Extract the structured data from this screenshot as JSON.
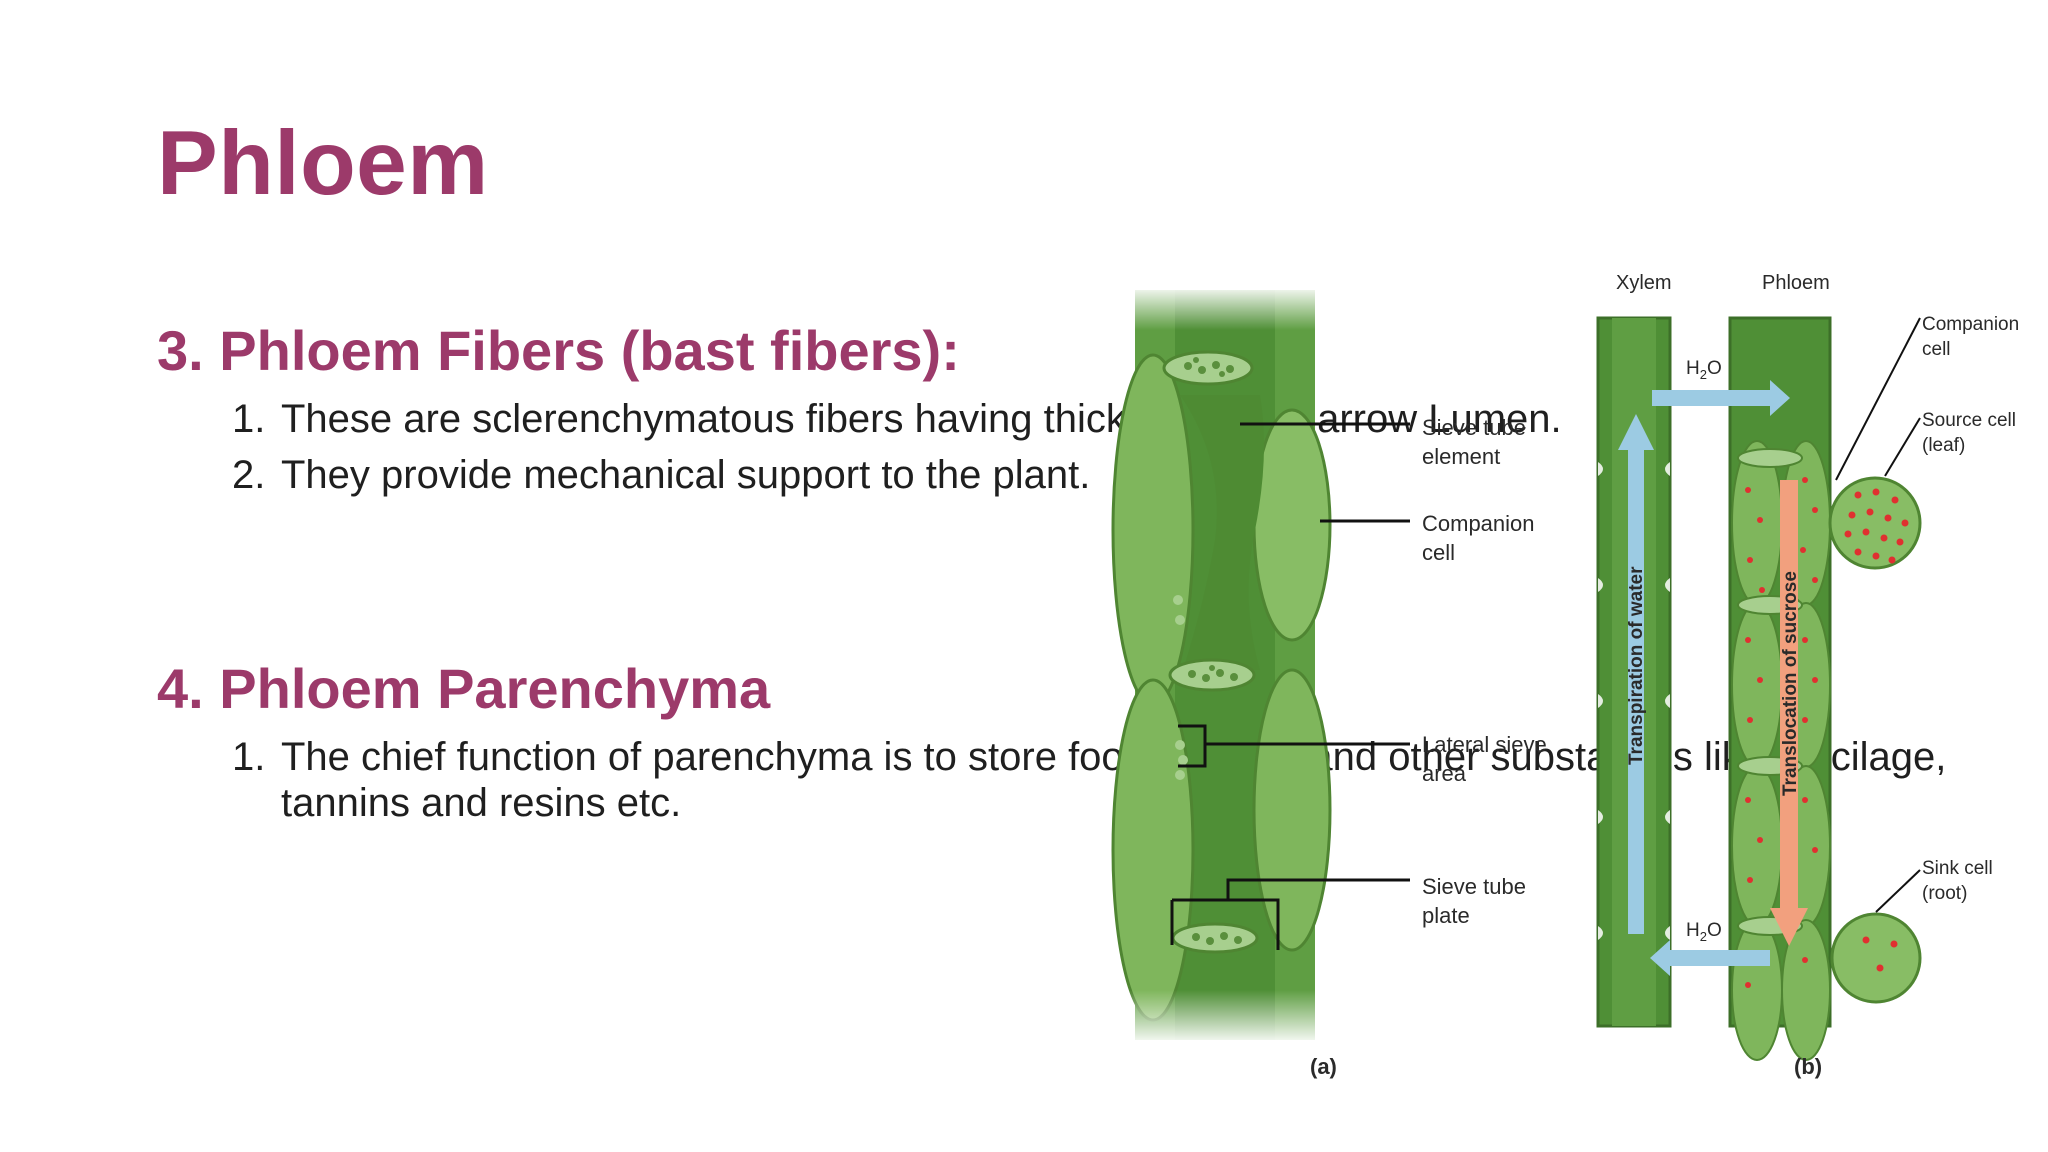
{
  "slide": {
    "title": "Phloem",
    "sections": [
      {
        "heading": "3. Phloem Fibers (bast fibers):",
        "items": [
          {
            "num": "1.",
            "text": "These are sclerenchymatous fibers having thick wall and narrow Lumen."
          },
          {
            "num": "2.",
            "text": "They provide mechanical support to the plant."
          }
        ]
      },
      {
        "heading": "4. Phloem Parenchyma",
        "items": [
          {
            "num": "1.",
            "text": "The chief function of parenchyma is to store food material and other substances like mucilage, tannins and resins etc."
          }
        ]
      }
    ]
  },
  "diagram": {
    "panel_a": {
      "caption": "(a)",
      "labels": {
        "sieve_tube_element_1": "Sieve tube",
        "sieve_tube_element_2": "element",
        "companion_cell_1": "Companion",
        "companion_cell_2": "cell",
        "lateral_sieve_area_1": "Lateral sieve",
        "lateral_sieve_area_2": "area",
        "sieve_tube_plate_1": "Sieve tube",
        "sieve_tube_plate_2": "plate"
      }
    },
    "panel_b": {
      "caption": "(b)",
      "xylem": "Xylem",
      "phloem": "Phloem",
      "h2o": "H",
      "h2o_sub": "2",
      "h2o_end": "O",
      "transpiration": "Transpiration of water",
      "translocation": "Translocation of sucrose",
      "companion_cell_1": "Companion",
      "companion_cell_2": "cell",
      "source_cell_1": "Source cell",
      "source_cell_2": "(leaf)",
      "sink_cell_1": "Sink cell",
      "sink_cell_2": "(root)"
    },
    "colors": {
      "title": "#9c3a6a",
      "tissue_green": "#6aaa4a",
      "water_arrow": "#9ccbe3",
      "sucrose_arrow": "#f2a07e",
      "sucrose_dot": "#e03030"
    }
  }
}
